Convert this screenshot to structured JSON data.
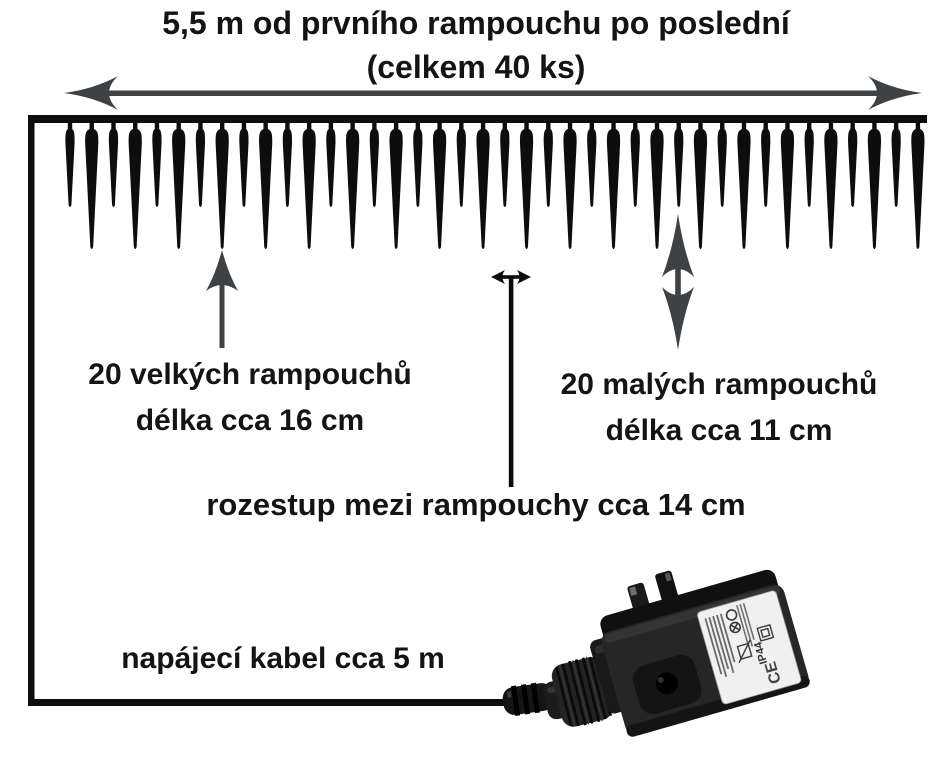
{
  "colors": {
    "ink": "#0d0d0d",
    "arrow": "#3f4245",
    "label_bg": "#f0f0f0"
  },
  "title": {
    "line1": "5,5 m od prvního rampouchu po poslední",
    "line2": "(celkem 40 ks)"
  },
  "labels": {
    "large_icicles": {
      "line1": "20 velkých rampouchů",
      "line2": "délka cca 16 cm"
    },
    "small_icicles": {
      "line1": "20 malých rampouchů",
      "line2": "délka cca 11 cm"
    },
    "spacing": "rozestup mezi rampouchy cca 14 cm",
    "cable": "napájecí kabel cca 5 m"
  },
  "icicles": {
    "total": 40,
    "large_count": 20,
    "small_count": 20,
    "pattern": "alternating small/large, starts small, ends large"
  },
  "adapter": {
    "marks": [
      "CE",
      "IP44"
    ]
  }
}
